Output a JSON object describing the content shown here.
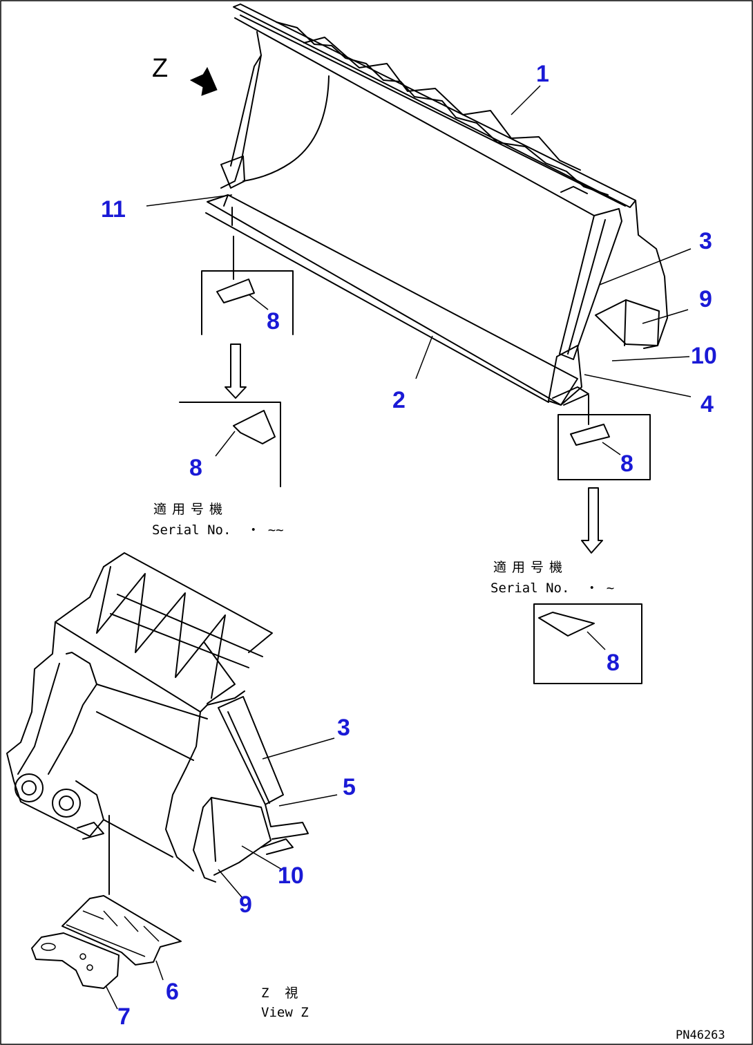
{
  "view_marker": "Z",
  "callouts": {
    "c1": "1",
    "c2": "2",
    "c3a": "3",
    "c3b": "3",
    "c4": "4",
    "c5": "5",
    "c6": "6",
    "c7": "7",
    "c8a": "8",
    "c8b": "8",
    "c8c": "8",
    "c8d": "8",
    "c9a": "9",
    "c9b": "9",
    "c10a": "10",
    "c10b": "10",
    "c11": "11"
  },
  "notes": {
    "serial_left_jp": "適用号機",
    "serial_left_en": "Serial No.  ・ ~~",
    "serial_right_jp": "適用号機",
    "serial_right_en": "Serial No.  ・ ~",
    "view_z_jp": "Z  視",
    "view_z_en": "View Z",
    "drawing_number": "PN46263"
  },
  "colors": {
    "callout": "#1a1ad6",
    "line": "#000000",
    "background": "#ffffff"
  }
}
